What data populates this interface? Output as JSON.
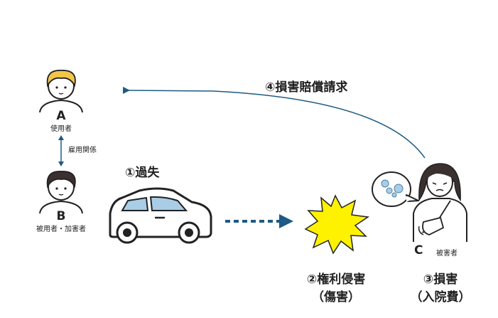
{
  "person_a": {
    "letter": "A",
    "role": "使用者"
  },
  "person_b": {
    "letter": "B",
    "role": "被用者・加害者"
  },
  "person_c": {
    "letter": "C",
    "role": "被害者"
  },
  "relation_ab": "雇用関係",
  "step1": "①過失",
  "step2": {
    "line1": "②権利侵害",
    "line2": "（傷害）"
  },
  "step3": {
    "line1": "③損害",
    "line2": "（入院費）"
  },
  "step4": "④損害賠償請求",
  "colors": {
    "arrow": "#1d5a85",
    "hair_a": "#f3c64a",
    "hair_dark": "#3a3030",
    "burst": "#fff200",
    "window": "#a9cde6"
  }
}
